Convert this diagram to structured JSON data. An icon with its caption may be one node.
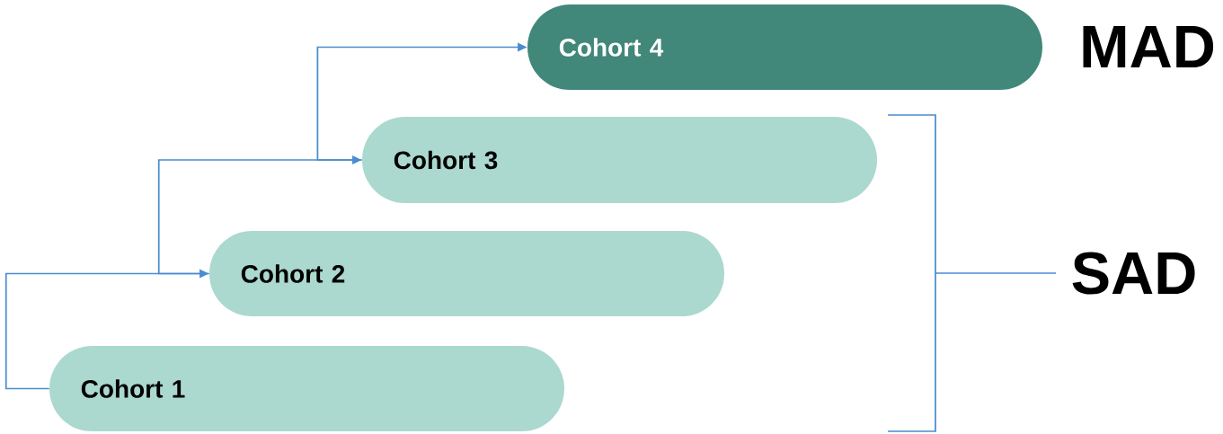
{
  "diagram": {
    "nodes": [
      {
        "text": [
          "Cohort 4"
        ]
      },
      {
        "text": [
          "Cohort 3"
        ]
      },
      {
        "text": [
          "Cohort 2"
        ]
      },
      {
        "text": [
          "Cohort 1"
        ]
      }
    ],
    "edges": [
      {
        "from": 3,
        "to": 2,
        "arrow": "to"
      },
      {
        "from": 2,
        "to": 1,
        "arrow": "to"
      },
      {
        "from": 1,
        "to": 0,
        "arrow": "to"
      }
    ],
    "labels": [
      "MAD",
      "SAD"
    ]
  }
}
